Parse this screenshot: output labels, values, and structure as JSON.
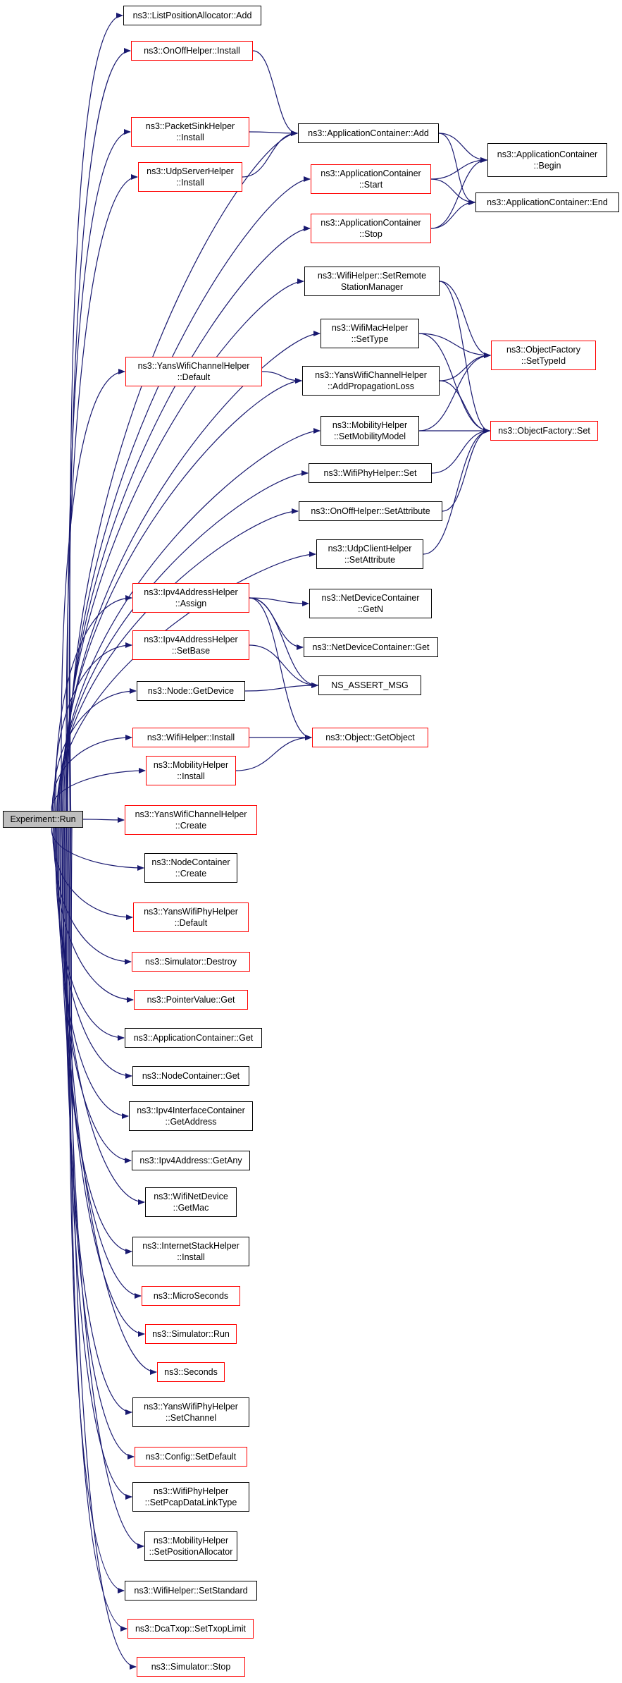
{
  "colors": {
    "edge": "#191970",
    "link_border": "#ff0000",
    "plain_border": "#000000",
    "root_fill": "#bfbfbf"
  },
  "nodes": [
    {
      "id": "root",
      "lines": [
        "Experiment::Run"
      ],
      "style": "root"
    },
    {
      "id": "n1",
      "lines": [
        "ns3::ListPositionAllocator::Add"
      ],
      "style": "black"
    },
    {
      "id": "n2",
      "lines": [
        "ns3::OnOffHelper::Install"
      ],
      "style": "red"
    },
    {
      "id": "n3",
      "lines": [
        "ns3::PacketSinkHelper",
        "::Install"
      ],
      "style": "red"
    },
    {
      "id": "n4",
      "lines": [
        "ns3::UdpServerHelper",
        "::Install"
      ],
      "style": "red"
    },
    {
      "id": "n5",
      "lines": [
        "ns3::ApplicationContainer::Add"
      ],
      "style": "black"
    },
    {
      "id": "n6",
      "lines": [
        "ns3::ApplicationContainer",
        "::Start"
      ],
      "style": "red"
    },
    {
      "id": "n7",
      "lines": [
        "ns3::ApplicationContainer",
        "::Stop"
      ],
      "style": "red"
    },
    {
      "id": "n8",
      "lines": [
        "ns3::ApplicationContainer",
        "::Begin"
      ],
      "style": "black"
    },
    {
      "id": "n9",
      "lines": [
        "ns3::ApplicationContainer::End"
      ],
      "style": "black"
    },
    {
      "id": "n10",
      "lines": [
        "ns3::WifiHelper::SetRemote",
        "StationManager"
      ],
      "style": "black"
    },
    {
      "id": "n11",
      "lines": [
        "ns3::WifiMacHelper",
        "::SetType"
      ],
      "style": "black"
    },
    {
      "id": "n12",
      "lines": [
        "ns3::YansWifiChannelHelper",
        "::Default"
      ],
      "style": "red"
    },
    {
      "id": "n13",
      "lines": [
        "ns3::YansWifiChannelHelper",
        "::AddPropagationLoss"
      ],
      "style": "black"
    },
    {
      "id": "n14",
      "lines": [
        "ns3::ObjectFactory",
        "::SetTypeId"
      ],
      "style": "red"
    },
    {
      "id": "n15",
      "lines": [
        "ns3::MobilityHelper",
        "::SetMobilityModel"
      ],
      "style": "black"
    },
    {
      "id": "n16",
      "lines": [
        "ns3::ObjectFactory::Set"
      ],
      "style": "red"
    },
    {
      "id": "n17",
      "lines": [
        "ns3::WifiPhyHelper::Set"
      ],
      "style": "black"
    },
    {
      "id": "n18",
      "lines": [
        "ns3::OnOffHelper::SetAttribute"
      ],
      "style": "black"
    },
    {
      "id": "n19",
      "lines": [
        "ns3::UdpClientHelper",
        "::SetAttribute"
      ],
      "style": "black"
    },
    {
      "id": "n20",
      "lines": [
        "ns3::Ipv4AddressHelper",
        "::Assign"
      ],
      "style": "red"
    },
    {
      "id": "n21",
      "lines": [
        "ns3::NetDeviceContainer",
        "::GetN"
      ],
      "style": "black"
    },
    {
      "id": "n22",
      "lines": [
        "ns3::NetDeviceContainer::Get"
      ],
      "style": "black"
    },
    {
      "id": "n23",
      "lines": [
        "ns3::Ipv4AddressHelper",
        "::SetBase"
      ],
      "style": "red"
    },
    {
      "id": "n24",
      "lines": [
        "NS_ASSERT_MSG"
      ],
      "style": "black"
    },
    {
      "id": "n25",
      "lines": [
        "ns3::Node::GetDevice"
      ],
      "style": "black"
    },
    {
      "id": "n26",
      "lines": [
        "ns3::WifiHelper::Install"
      ],
      "style": "red"
    },
    {
      "id": "n27",
      "lines": [
        "ns3::Object::GetObject"
      ],
      "style": "red"
    },
    {
      "id": "n28",
      "lines": [
        "ns3::MobilityHelper",
        "::Install"
      ],
      "style": "red"
    },
    {
      "id": "n29",
      "lines": [
        "ns3::YansWifiChannelHelper",
        "::Create"
      ],
      "style": "red"
    },
    {
      "id": "n30",
      "lines": [
        "ns3::NodeContainer",
        "::Create"
      ],
      "style": "black"
    },
    {
      "id": "n31",
      "lines": [
        "ns3::YansWifiPhyHelper",
        "::Default"
      ],
      "style": "red"
    },
    {
      "id": "n32",
      "lines": [
        "ns3::Simulator::Destroy"
      ],
      "style": "red"
    },
    {
      "id": "n33",
      "lines": [
        "ns3::PointerValue::Get"
      ],
      "style": "red"
    },
    {
      "id": "n34",
      "lines": [
        "ns3::ApplicationContainer::Get"
      ],
      "style": "black"
    },
    {
      "id": "n35",
      "lines": [
        "ns3::NodeContainer::Get"
      ],
      "style": "black"
    },
    {
      "id": "n36",
      "lines": [
        "ns3::Ipv4InterfaceContainer",
        "::GetAddress"
      ],
      "style": "black"
    },
    {
      "id": "n37",
      "lines": [
        "ns3::Ipv4Address::GetAny"
      ],
      "style": "black"
    },
    {
      "id": "n38",
      "lines": [
        "ns3::WifiNetDevice",
        "::GetMac"
      ],
      "style": "black"
    },
    {
      "id": "n39",
      "lines": [
        "ns3::InternetStackHelper",
        "::Install"
      ],
      "style": "black"
    },
    {
      "id": "n40",
      "lines": [
        "ns3::MicroSeconds"
      ],
      "style": "red"
    },
    {
      "id": "n41",
      "lines": [
        "ns3::Simulator::Run"
      ],
      "style": "red"
    },
    {
      "id": "n42",
      "lines": [
        "ns3::Seconds"
      ],
      "style": "red"
    },
    {
      "id": "n43",
      "lines": [
        "ns3::YansWifiPhyHelper",
        "::SetChannel"
      ],
      "style": "black"
    },
    {
      "id": "n44",
      "lines": [
        "ns3::Config::SetDefault"
      ],
      "style": "red"
    },
    {
      "id": "n45",
      "lines": [
        "ns3::WifiPhyHelper",
        "::SetPcapDataLinkType"
      ],
      "style": "black"
    },
    {
      "id": "n46",
      "lines": [
        "ns3::MobilityHelper",
        "::SetPositionAllocator"
      ],
      "style": "black"
    },
    {
      "id": "n47",
      "lines": [
        "ns3::WifiHelper::SetStandard"
      ],
      "style": "black"
    },
    {
      "id": "n48",
      "lines": [
        "ns3::DcaTxop::SetTxopLimit"
      ],
      "style": "red"
    },
    {
      "id": "n49",
      "lines": [
        "ns3::Simulator::Stop"
      ],
      "style": "red"
    }
  ],
  "edges": [
    [
      "root",
      "n1"
    ],
    [
      "root",
      "n2"
    ],
    [
      "root",
      "n3"
    ],
    [
      "root",
      "n4"
    ],
    [
      "root",
      "n5"
    ],
    [
      "root",
      "n6"
    ],
    [
      "root",
      "n7"
    ],
    [
      "root",
      "n10"
    ],
    [
      "root",
      "n11"
    ],
    [
      "root",
      "n12"
    ],
    [
      "root",
      "n13"
    ],
    [
      "root",
      "n15"
    ],
    [
      "root",
      "n17"
    ],
    [
      "root",
      "n18"
    ],
    [
      "root",
      "n19"
    ],
    [
      "root",
      "n20"
    ],
    [
      "root",
      "n23"
    ],
    [
      "root",
      "n25"
    ],
    [
      "root",
      "n26"
    ],
    [
      "root",
      "n28"
    ],
    [
      "root",
      "n29"
    ],
    [
      "root",
      "n30"
    ],
    [
      "root",
      "n31"
    ],
    [
      "root",
      "n32"
    ],
    [
      "root",
      "n33"
    ],
    [
      "root",
      "n34"
    ],
    [
      "root",
      "n35"
    ],
    [
      "root",
      "n36"
    ],
    [
      "root",
      "n37"
    ],
    [
      "root",
      "n38"
    ],
    [
      "root",
      "n39"
    ],
    [
      "root",
      "n40"
    ],
    [
      "root",
      "n41"
    ],
    [
      "root",
      "n42"
    ],
    [
      "root",
      "n43"
    ],
    [
      "root",
      "n44"
    ],
    [
      "root",
      "n45"
    ],
    [
      "root",
      "n46"
    ],
    [
      "root",
      "n47"
    ],
    [
      "root",
      "n48"
    ],
    [
      "root",
      "n49"
    ],
    [
      "n2",
      "n5"
    ],
    [
      "n3",
      "n5"
    ],
    [
      "n4",
      "n5"
    ],
    [
      "n5",
      "n8"
    ],
    [
      "n5",
      "n9"
    ],
    [
      "n6",
      "n8"
    ],
    [
      "n6",
      "n9"
    ],
    [
      "n7",
      "n8"
    ],
    [
      "n7",
      "n9"
    ],
    [
      "n10",
      "n14"
    ],
    [
      "n10",
      "n16"
    ],
    [
      "n11",
      "n14"
    ],
    [
      "n11",
      "n16"
    ],
    [
      "n12",
      "n13"
    ],
    [
      "n13",
      "n14"
    ],
    [
      "n13",
      "n16"
    ],
    [
      "n15",
      "n14"
    ],
    [
      "n15",
      "n16"
    ],
    [
      "n17",
      "n16"
    ],
    [
      "n18",
      "n16"
    ],
    [
      "n19",
      "n16"
    ],
    [
      "n20",
      "n21"
    ],
    [
      "n20",
      "n22"
    ],
    [
      "n20",
      "n24"
    ],
    [
      "n20",
      "n27"
    ],
    [
      "n23",
      "n24"
    ],
    [
      "n25",
      "n24"
    ],
    [
      "n26",
      "n27"
    ],
    [
      "n28",
      "n27"
    ]
  ]
}
